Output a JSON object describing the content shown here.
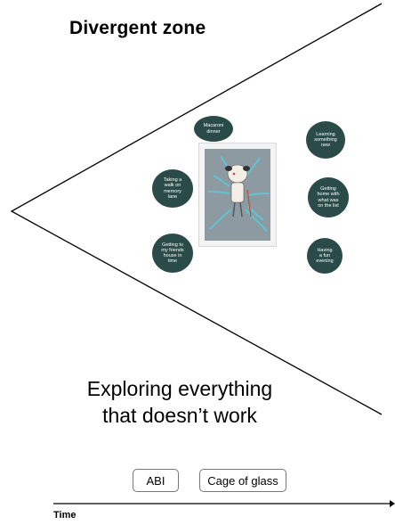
{
  "title": "Divergent zone",
  "subtitle": "Exploring everything\nthat doesn’t work",
  "bubbles": [
    {
      "id": "macaroni",
      "text": "Macaroni\ndinner"
    },
    {
      "id": "learning",
      "text": "Learning\nsomething\nnew"
    },
    {
      "id": "memory",
      "text": "Taking a\nwalk on\nmemory\nlane"
    },
    {
      "id": "getting-home",
      "text": "Getting\nhome with\nwhat was\non the list"
    },
    {
      "id": "friends-house",
      "text": "Getting to\nmy friends\nhouse in\ntime"
    },
    {
      "id": "fun-evening",
      "text": "Having\na fun\nevening"
    }
  ],
  "tags": [
    "ABI",
    "Cage of glass"
  ],
  "axis_label": "Time",
  "colors": {
    "bubble": "#2a4b48",
    "arrow": "#5fc4d3",
    "picture_bg": "#8e9aa1"
  }
}
